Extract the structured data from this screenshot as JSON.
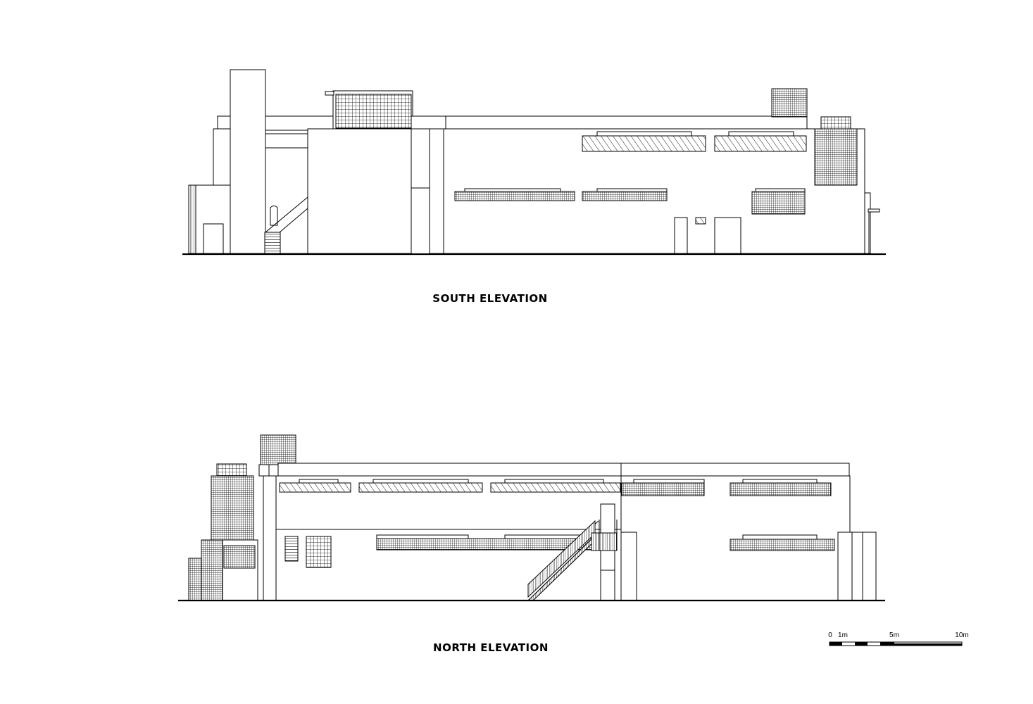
{
  "drawing": {
    "south_title": "SOUTH ELEVATION",
    "north_title": "NORTH ELEVATION"
  },
  "scale_bar": {
    "labels": [
      "0",
      "1m",
      "5m",
      "10m"
    ]
  },
  "colors": {
    "line": "#000000",
    "background": "#ffffff"
  }
}
